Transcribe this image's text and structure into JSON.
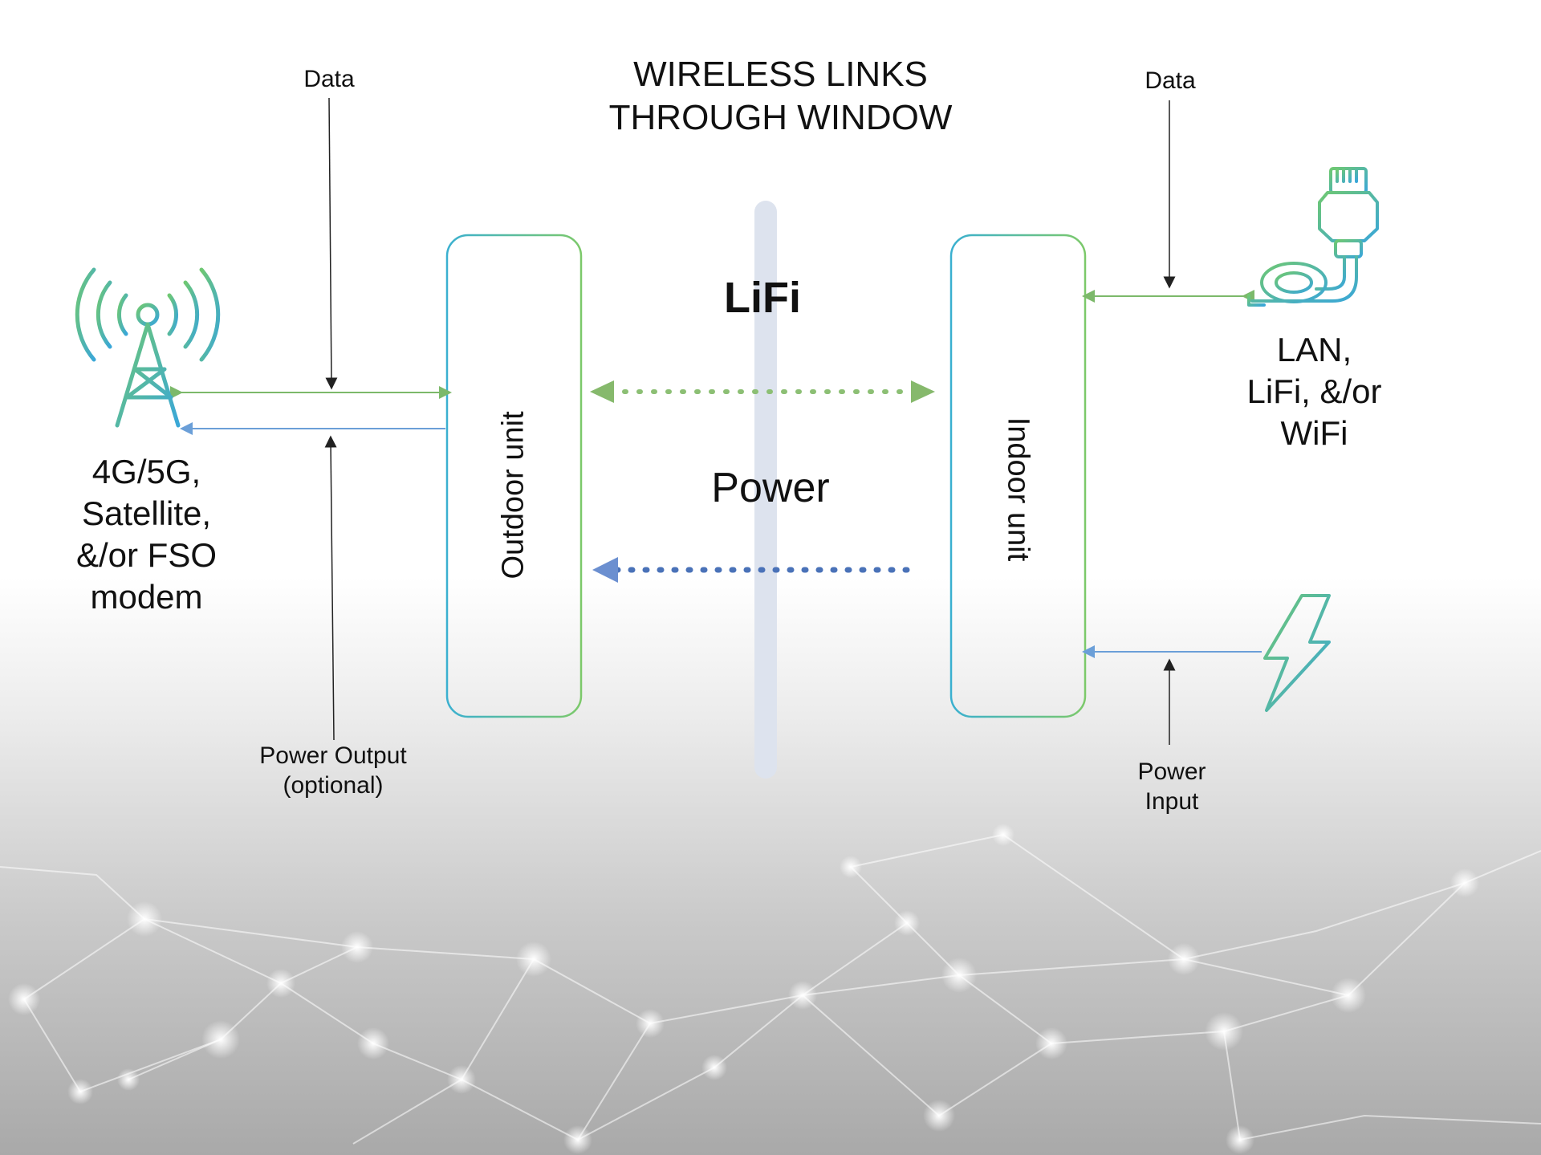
{
  "title": "WIRELESS LINKS\nTHROUGH WINDOW",
  "labels": {
    "data_left": "Data",
    "data_right": "Data",
    "power_output": "Power Output\n(optional)",
    "power_input": "Power\nInput",
    "modem": "4G/5G,\nSatellite,\n&/or FSO\nmodem",
    "lan": "LAN,\nLiFi, &/or\nWiFi",
    "lifi": "LiFi",
    "power": "Power",
    "outdoor_unit": "Outdoor unit",
    "indoor_unit": "Indoor unit"
  },
  "colors": {
    "green": "#7cb96a",
    "blue": "#6b8fd0",
    "teal": "#3ab0d0",
    "window": "#dde3ee"
  },
  "icons": [
    "cell-tower-icon",
    "ethernet-cable-icon",
    "lightning-bolt-icon"
  ]
}
